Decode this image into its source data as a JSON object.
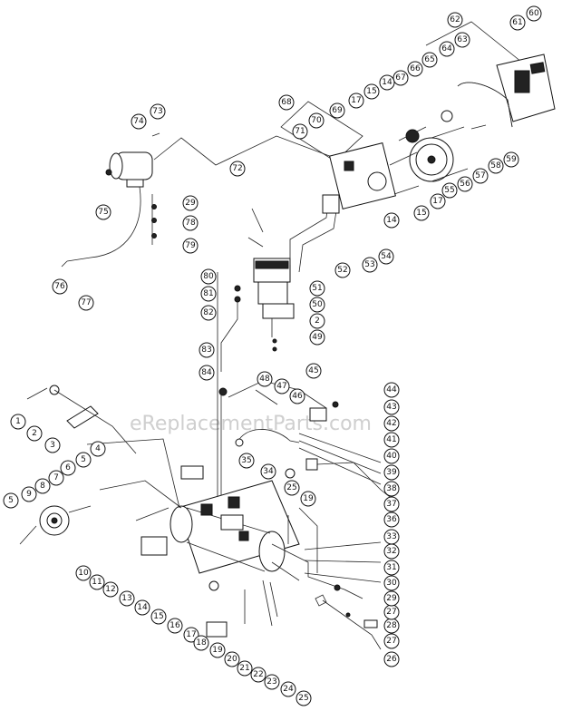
{
  "watermark": "eReplacementParts.com",
  "callouts": [
    "1",
    "2",
    "3",
    "4",
    "5",
    "6",
    "7",
    "8",
    "5",
    "9",
    "10",
    "11",
    "12",
    "13",
    "14",
    "15",
    "16",
    "17",
    "18",
    "19",
    "20",
    "21",
    "22",
    "23",
    "24",
    "25",
    "26",
    "27",
    "28",
    "27",
    "29",
    "30",
    "31",
    "32",
    "33",
    "36",
    "37",
    "38",
    "39",
    "40",
    "41",
    "42",
    "43",
    "44",
    "35",
    "34",
    "25",
    "45",
    "46",
    "47",
    "48",
    "84",
    "83",
    "82",
    "81",
    "80",
    "49",
    "2",
    "50",
    "51",
    "52",
    "53",
    "54",
    "14",
    "15",
    "17",
    "55",
    "56",
    "57",
    "58",
    "59",
    "60",
    "61",
    "62",
    "63",
    "64",
    "65",
    "66",
    "67",
    "14",
    "15",
    "17",
    "68",
    "69",
    "70",
    "71",
    "72",
    "73",
    "74",
    "75",
    "29",
    "78",
    "79",
    "76",
    "77",
    "19"
  ]
}
